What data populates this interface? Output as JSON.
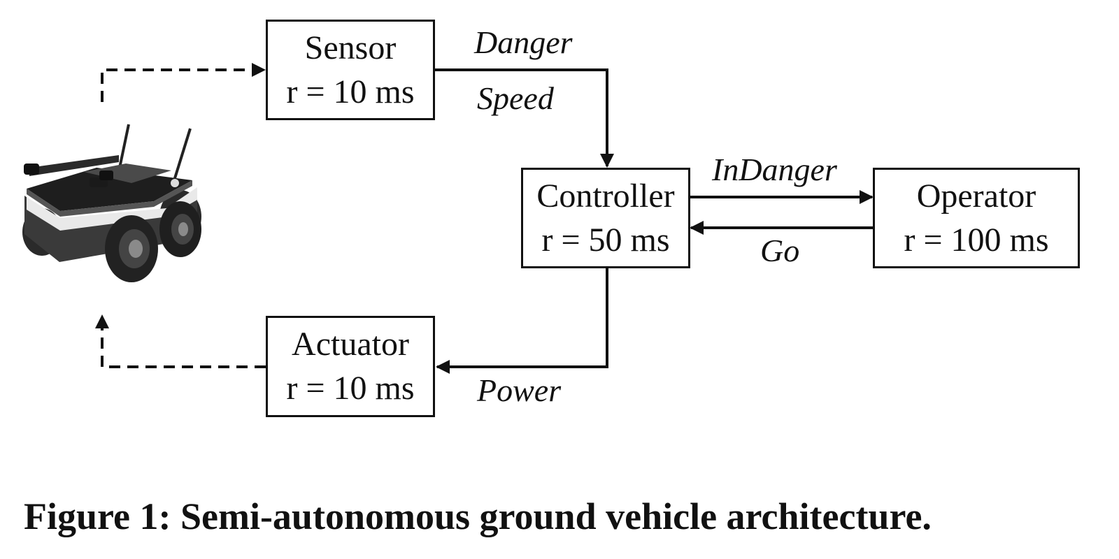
{
  "blocks": {
    "sensor": {
      "name": "Sensor",
      "rate": "r = 10 ms"
    },
    "controller": {
      "name": "Controller",
      "rate": "r = 50 ms"
    },
    "operator": {
      "name": "Operator",
      "rate": "r = 100 ms"
    },
    "actuator": {
      "name": "Actuator",
      "rate": "r = 10 ms"
    }
  },
  "signals": {
    "danger": "Danger",
    "speed": "Speed",
    "in_danger": "InDanger",
    "go": "Go",
    "power": "Power"
  },
  "caption": "Figure 1: Semi-autonomous ground vehicle architecture.",
  "colors": {
    "line": "#111111",
    "background": "#ffffff"
  },
  "icons": {
    "vehicle": "robot-vehicle-icon"
  }
}
